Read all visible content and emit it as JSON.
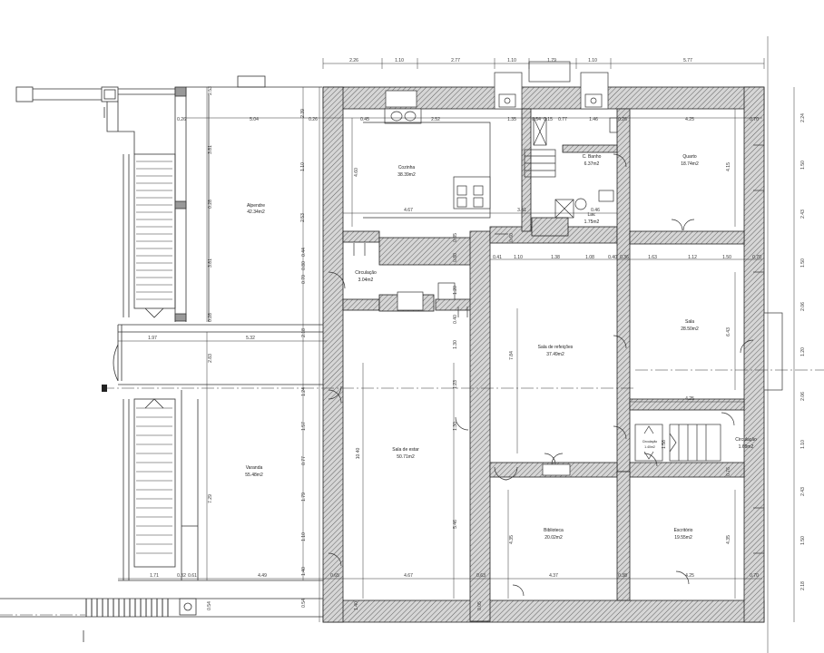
{
  "rooms": {
    "alpendre": {
      "name": "Alpendre",
      "area": "42.34m2"
    },
    "cozinha": {
      "name": "Cozinha",
      "area": "38.39m2"
    },
    "banho": {
      "name": "C. Banho",
      "area": "6.37m2"
    },
    "quarto": {
      "name": "Quarto",
      "area": "18.74m2"
    },
    "lav": {
      "name": "Lav.",
      "area": "1.75m2"
    },
    "circ1": {
      "name": "Circulação",
      "area": "3.04m2"
    },
    "sala": {
      "name": "Sala",
      "area": "28.50m2"
    },
    "refeicoes": {
      "name": "Sala de refeições",
      "area": "37.49m2"
    },
    "estar": {
      "name": "Sala de estar",
      "area": "50.71m2"
    },
    "varanda": {
      "name": "Varanda",
      "area": "55.48m2"
    },
    "circ2": {
      "name": "Circulação",
      "area": "1.69m2"
    },
    "circ3": {
      "name": "Circulação",
      "area": "1.40m2"
    },
    "biblioteca": {
      "name": "Biblioteca",
      "area": "20.02m2"
    },
    "escritorio": {
      "name": "Escritório",
      "area": "19.55m2"
    }
  },
  "dims": {
    "top": [
      "2.26",
      "1.10",
      "2.77",
      "1.10",
      "1.79",
      "1.10",
      "5.77"
    ],
    "row1": [
      "0.26",
      "5.04",
      "0.26",
      "0.45",
      "2.52",
      "1.35",
      "0.64",
      "0.15",
      "0.77",
      "1.46",
      "0.26",
      "4.25",
      "0.70"
    ],
    "mid1": [
      "4.67",
      "3.41",
      "0.46"
    ],
    "mid2": [
      "0.41",
      "1.10",
      "1.38",
      "1.08",
      "0.40",
      "0.36",
      "1.63",
      "1.12",
      "1.50",
      "0.70"
    ],
    "mid3": [
      "1.97",
      "5.32",
      "4.25"
    ],
    "bottom": [
      "1.71",
      "0.32",
      "0.61",
      "4.49",
      "0.65",
      "4.67",
      "0.63",
      "4.37",
      "0.38",
      "4.25",
      "0.70"
    ],
    "right": [
      "2.24",
      "1.50",
      "2.43",
      "1.50",
      "2.06",
      "1.20",
      "2.06",
      "1.10",
      "2.43",
      "1.50",
      "2.18"
    ],
    "leftv": [
      "2.53",
      "3.81",
      "0.28",
      "2.39",
      "3.81",
      "0.28",
      "2.18",
      "2.83",
      "1.24",
      "1.57",
      "0.77",
      "1.79",
      "1.10",
      "1.40",
      "0.54",
      "0.54"
    ],
    "inner": [
      "4.60",
      "1.10",
      "0.80",
      "0.70",
      "0.44",
      "2.53",
      "4.15",
      "6.43",
      "1.20",
      "1.30",
      "1.23",
      "1.30",
      "7.84",
      "10.40",
      "5.46",
      "4.35",
      "1.58",
      "4.35",
      "7.29",
      "0.05",
      "1.40",
      "0.35",
      "0.40",
      "0.60",
      "0.80",
      "0.76"
    ]
  }
}
